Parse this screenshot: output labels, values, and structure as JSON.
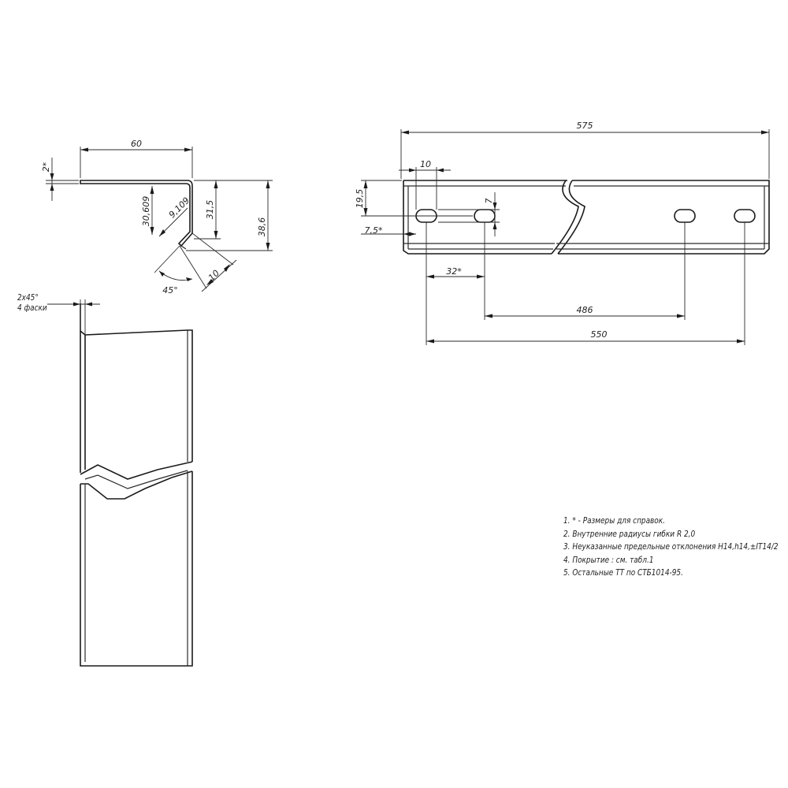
{
  "section_view": {
    "dim_width": "60",
    "dim_thickness": "2*",
    "dim_inner_leg": "30,609",
    "dim_fold": "9,109",
    "dim_height_inner": "31,5",
    "dim_height_total": "38,6",
    "dim_lip": "10",
    "dim_angle": "45°"
  },
  "side_view": {
    "chamfer_line1": "2х45°",
    "chamfer_line2": "4 фаски"
  },
  "top_view": {
    "dim_total_length": "575",
    "dim_hole_length": "10",
    "dim_height": "19,5",
    "dim_hole_width": "7",
    "dim_hole_offset": "7,5*",
    "dim_hole_pitch_start": "32*",
    "dim_hole_span": "486",
    "dim_hole_span_outer": "550"
  },
  "notes": [
    "1. * - Размеры для справок.",
    "2. Внутренние радиусы гибки R 2,0",
    "3. Неуказанные предельные отклонения H14,h14,±IT14/2",
    "4. Покрытие : см. табл.1",
    "5. Остальные ТТ по СТБ1014-95."
  ]
}
